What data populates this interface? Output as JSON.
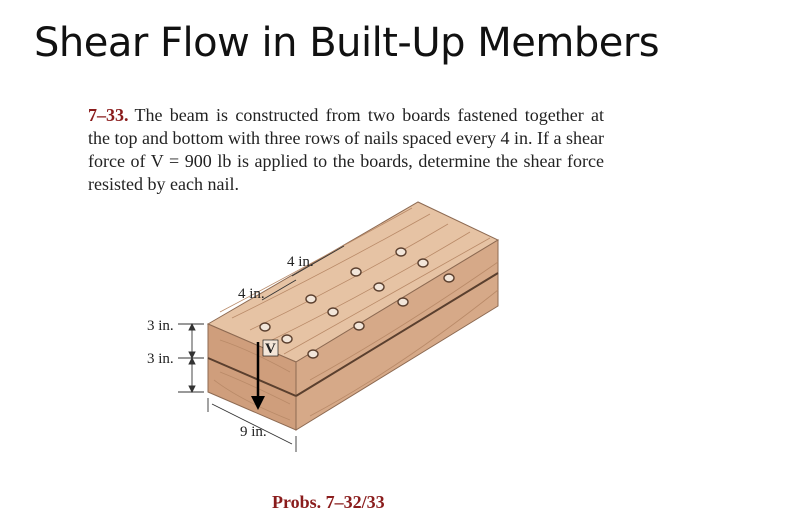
{
  "slide": {
    "title": "Shear Flow in Built-Up Members"
  },
  "problem": {
    "number": "7–33.",
    "text": "The beam is constructed from two boards fastened together at the top and bottom with three rows of nails spaced every 4 in. If a shear force of V = 900 lb is applied to the boards, determine the shear force resisted by each nail."
  },
  "figure": {
    "labels": {
      "spacing_top": "4 in.",
      "spacing_left": "4 in.",
      "height_top": "3 in.",
      "height_bottom": "3 in.",
      "width": "9 in.",
      "force": "V"
    },
    "caption": "Probs. 7–32/33",
    "colors": {
      "wood_top": "#e6c3a4",
      "wood_front": "#d6a988",
      "wood_end": "#cf9e7c",
      "grain": "#b98a68"
    }
  }
}
